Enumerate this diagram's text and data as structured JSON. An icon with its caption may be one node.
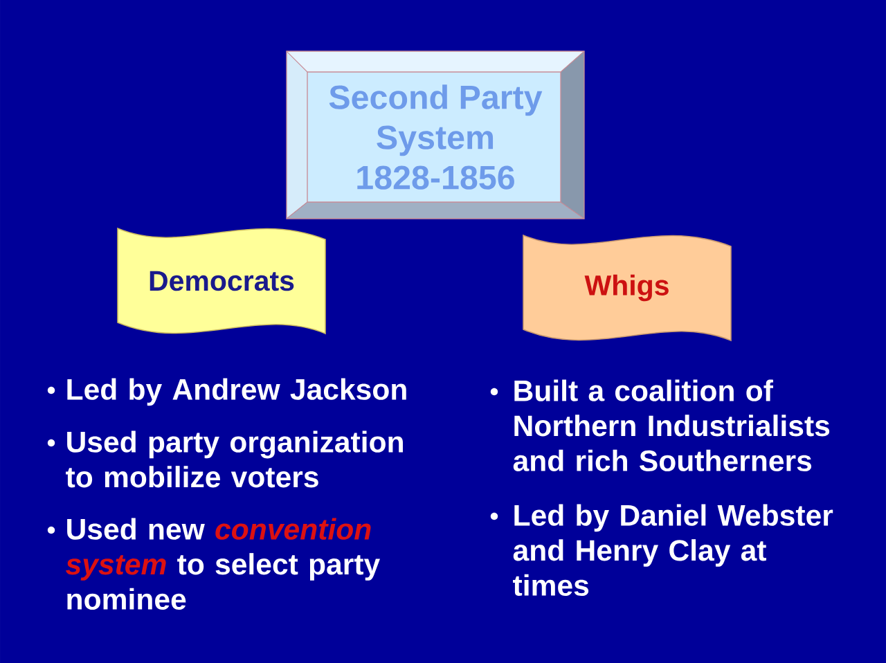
{
  "diagram": {
    "nodes": [
      {
        "text": [
          "Second Party System 1828-1856"
        ]
      },
      {
        "text": [
          "Democrats"
        ]
      },
      {
        "text": [
          "Whigs"
        ]
      }
    ],
    "labels": [
      "Led by Andrew Jackson",
      "Used party organization to mobilize voters",
      "Used new *convention system* to select party nominee",
      "Built a coalition of Northern Industrialists and rich Southerners",
      "Led by Daniel Webster and Henry Clay at times"
    ]
  }
}
